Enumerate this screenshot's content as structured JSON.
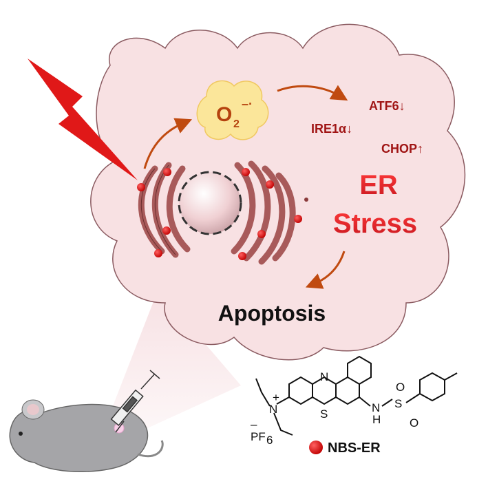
{
  "colors": {
    "cell_fill": "#f8e1e3",
    "cell_stroke": "#8a5a60",
    "marker_red": "#d00000",
    "er_brown": "#a85a5a",
    "text_dark_red": "#a01515",
    "stress_red": "#e0202a",
    "arrow_orange": "#c04a10",
    "ros_yellow": "#fbe69a"
  },
  "labels": {
    "ros": "O",
    "ros_sub": "2",
    "ros_sup": "–·",
    "atf6": "ATF6↓",
    "ire1a": "IRE1α↓",
    "chop": "CHOP↑",
    "er": "ER",
    "stress": "Stress",
    "apoptosis": "Apoptosis"
  },
  "molecule": {
    "name": "NBS-ER",
    "atoms": {
      "n_ring": "N",
      "s_ring": "S",
      "n_plus": "N",
      "plus": "+",
      "counterion": "PF",
      "counterion_sub": "6",
      "minus": "–",
      "nh_n": "N",
      "nh_h": "H",
      "sulfonyl_s": "S",
      "o1": "O",
      "o2": "O"
    }
  }
}
